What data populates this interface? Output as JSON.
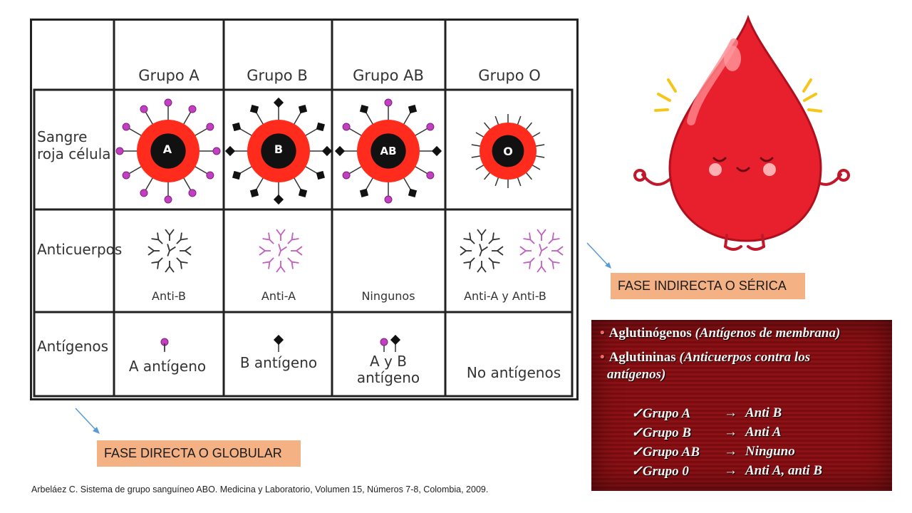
{
  "table": {
    "headers": [
      "Grupo A",
      "Grupo B",
      "Grupo AB",
      "Grupo O"
    ],
    "row_labels": {
      "cells_line1": "Sangre",
      "cells_line2": "roja célula",
      "antibodies": "Anticuerpos",
      "antigens": "Antígenos"
    },
    "cell_letters": [
      "A",
      "B",
      "AB",
      "O"
    ],
    "antibody_labels": [
      "Anti-B",
      "Anti-A",
      "Ningunos",
      "Anti-A y Anti-B"
    ],
    "antigen_labels": [
      {
        "line1": "A antígeno",
        "line2": ""
      },
      {
        "line1": "B antígeno",
        "line2": ""
      },
      {
        "line1": "A y B",
        "line2": "antígeno"
      },
      {
        "line1": "No antígenos",
        "line2": ""
      }
    ],
    "colors": {
      "cell_red": "#ff2b1c",
      "nucleus": "#111111",
      "antigen_a": "#c040c0",
      "antigen_b": "#111111",
      "grid": "#222222"
    }
  },
  "phases": {
    "indirect": "FASE INDIRECTA O SÉRICA",
    "direct": "FASE DIRECTA O GLOBULAR"
  },
  "slide": {
    "bullet1_bold": "Aglutinógenos",
    "bullet1_italic": "(Antígenos de membrana)",
    "bullet2_bold": "Aglutininas",
    "bullet2_italic": "(Anticuerpos contra los",
    "bullet2_cont": "antígenos)",
    "pairs": [
      {
        "group": "Grupo A",
        "arrow": "→",
        "result": "Anti B"
      },
      {
        "group": "Grupo B",
        "arrow": "→",
        "result": "Anti A"
      },
      {
        "group": "Grupo AB",
        "arrow": "→",
        "result": "Ninguno"
      },
      {
        "group": "Grupo 0",
        "arrow": "→",
        "result": "Anti A, anti B"
      }
    ],
    "check": "✓",
    "bullet": "•"
  },
  "citation": "Arbeláez C. Sistema de grupo sanguíneo ABO. Medicina y Laboratorio, Volumen 15, Números 7-8, Colombia, 2009."
}
